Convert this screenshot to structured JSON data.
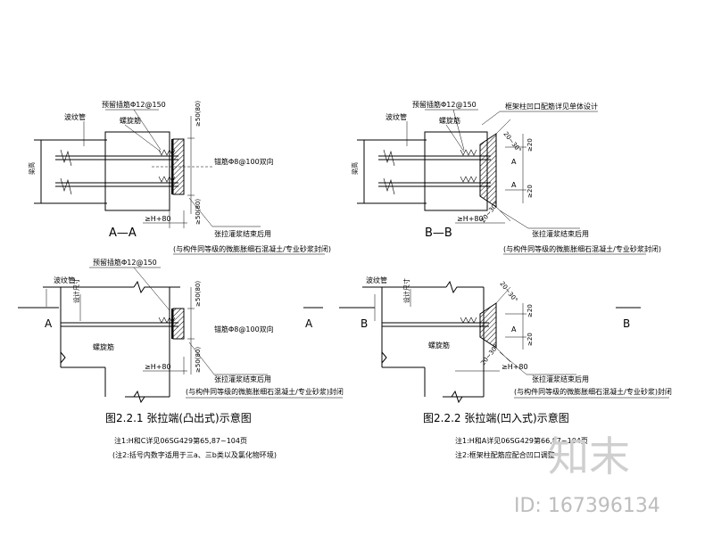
{
  "labels": {
    "rebar_reserved": "预留插筋Φ12@150",
    "duct": "波纹管",
    "spiral": "螺旋筋",
    "beam_height": "梁高",
    "design_dim": "设计尺寸",
    "anchor_bar": "锚筋Φ8@100双向",
    "frame_note": "框架柱凹口配筋详见单体设计",
    "dim_50_80": "≥50(80)",
    "dim_20": "≥20",
    "dim_h80": "≥H+80",
    "angle": "20~30°",
    "letter_a": "A",
    "seal_line1": "张拉灌浆结束后用",
    "seal_line2_a": "(与构件同等级的微膨胀细石混凝土/专业砂浆封闭)",
    "seal_line2_b": "(与构件同等级的微膨胀细石混凝土/专业砂浆)封闭"
  },
  "sections": {
    "aa": "A—A",
    "bb": "B—B",
    "a_left": "A",
    "a_right": "A",
    "b_left": "B",
    "b_right": "B"
  },
  "captions": {
    "fig1": "图2.2.1 张拉端(凸出式)示意图",
    "fig2": "图2.2.2 张拉端(凹入式)示意图",
    "note1_left": "注1:H和C详见06SG429第65,87~104页",
    "note2_left": "(注2:括号内数字适用于三a、三b类以及氯化物环境)",
    "note1_right": "注1:H和A详见06SG429第66,87~104页",
    "note2_right": "注2:框架柱配筋应配合凹口调整"
  },
  "watermark": {
    "logo": "知末",
    "id": "ID: 167396134"
  }
}
